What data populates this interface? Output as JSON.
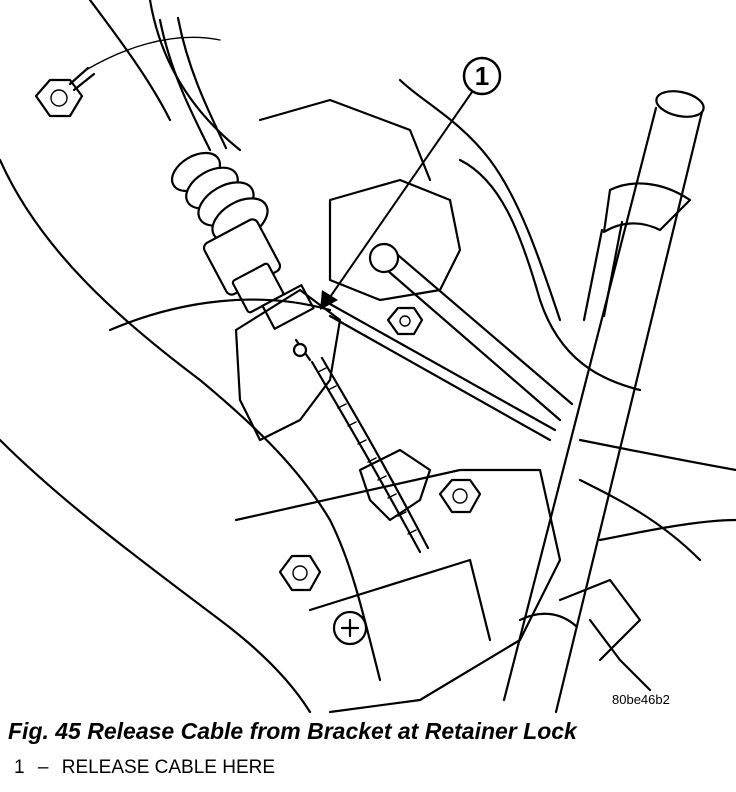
{
  "figure": {
    "callout_number": "1",
    "image_code": "80be46b2",
    "caption": "Fig. 45 Release Cable from Bracket at Retainer Lock",
    "legend": [
      {
        "number": "1",
        "dash": "–",
        "text": "RELEASE CABLE HERE"
      }
    ]
  }
}
